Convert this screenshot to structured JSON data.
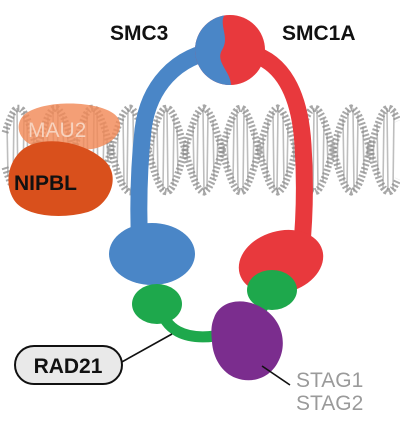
{
  "labels": {
    "smc3": "SMC3",
    "smc1a": "SMC1A",
    "mau2": "MAU2",
    "nipbl": "NIPBL",
    "rad21": "RAD21",
    "stag1": "STAG1",
    "stag2": "STAG2"
  },
  "colors": {
    "smc3": "#4a86c7",
    "smc1a": "#e8393d",
    "mau2": "#f28a58",
    "nipbl": "#d9501c",
    "rad21": "#1ea84c",
    "stag": "#7b2d8e",
    "dna": "#8a8a8a",
    "stag_text": "#9a9a9a"
  },
  "icons": {
    "dna": "dna-helix-icon"
  }
}
